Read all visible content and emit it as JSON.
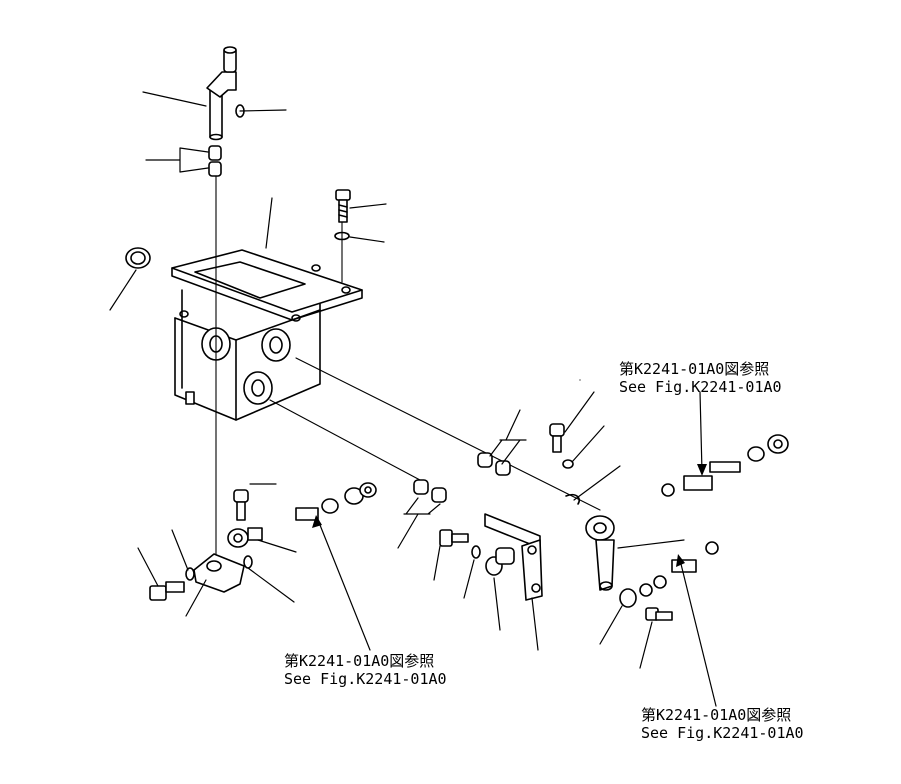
{
  "references": [
    {
      "ja": "第K2241-01A0図参照",
      "en": "See Fig.K2241-01A0"
    },
    {
      "ja": "第K2241-01A0図参照",
      "en": "See Fig.K2241-01A0"
    },
    {
      "ja": "第K2241-01A0図参照",
      "en": "See Fig.K2241-01A0"
    }
  ],
  "colors": {
    "ink": "#000000",
    "paper": "#ffffff"
  }
}
